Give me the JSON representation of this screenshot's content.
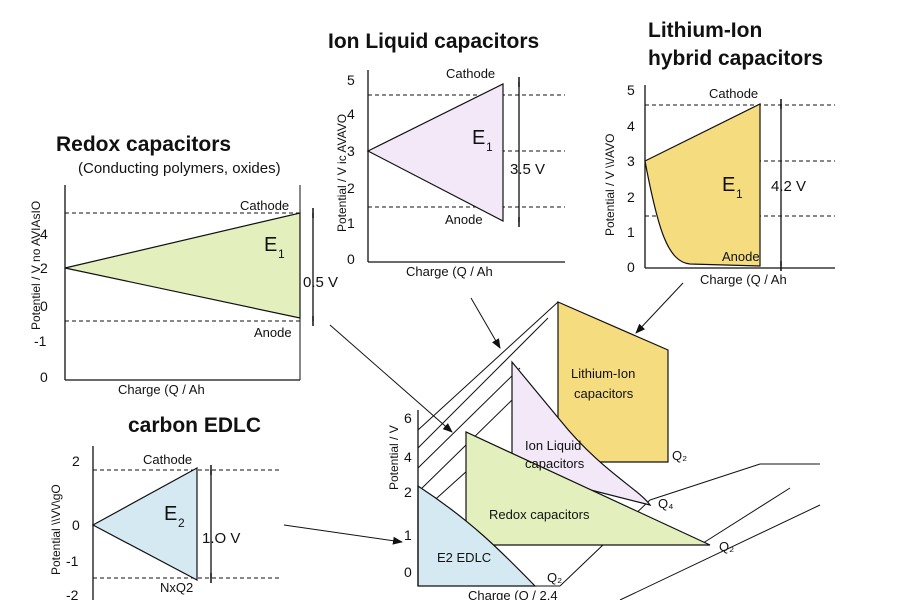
{
  "colors": {
    "redox": "#e3f0be",
    "ionliquid": "#f2e8f7",
    "lithium": "#f5dc7e",
    "edlc": "#d5e9f2",
    "ink": "#111111"
  },
  "panels": {
    "redox": {
      "title": "Redox capacitors",
      "subtitle": "(Conducting polymers, oxides)",
      "ylabel": "Potentiel / V no AVIAsIO",
      "xlabel": "Charge (Q / Ah",
      "cathode": "Cathode",
      "anode": "Anode",
      "energy": "E",
      "energy_sub": "1",
      "voltage": "0.5 V",
      "yticks": [
        "4",
        "2",
        "0",
        "-1",
        "0"
      ]
    },
    "ionliquid": {
      "title": "Ion Liquid capacitors",
      "ylabel": "Potential / V ic AVAVO",
      "xlabel": "Charge (Q / Ah",
      "cathode": "Cathode",
      "anode": "Anode",
      "energy": "E",
      "energy_sub": "1",
      "voltage": "3.5 V",
      "yticks": [
        "5",
        "4",
        "3",
        "2",
        "1",
        "0"
      ]
    },
    "lithium": {
      "title_line1": "Lithium-Ion",
      "title_line2": "hybrid capacitors",
      "ylabel": "Potential / V \\\\/AVO",
      "xlabel": "Charge (Q / Ah",
      "cathode": "Cathode",
      "anode": "Anode",
      "energy": "E",
      "energy_sub": "1",
      "voltage": "4.2 V",
      "yticks": [
        "5",
        "4",
        "3",
        "2",
        "1",
        "0"
      ]
    },
    "edlc": {
      "title": "carbon EDLC",
      "ylabel": "Potential \\\\V\\/\\gO",
      "cathode": "Cathode",
      "anode": "NxQ2",
      "energy": "E",
      "energy_sub": "2",
      "voltage": "1.O V",
      "yticks": [
        "2",
        "0",
        "-1",
        "-2"
      ]
    }
  },
  "overview": {
    "ylabel": "Potential / V",
    "xlabel": "Charge (Q / 2.4",
    "yticks": [
      "6",
      "4",
      "2",
      "1",
      "0"
    ],
    "lithium_label_1": "Lithium-Ion",
    "lithium_label_2": "capacitors",
    "ionliquid_label_1": "Ion Liquid",
    "ionliquid_label_2": "capacitors",
    "redox_label": "Redox capacitors",
    "edlc_label": "E2 EDLC",
    "q_labels": [
      "Q₂",
      "Q₄",
      "Q₂",
      "Q₂"
    ]
  }
}
